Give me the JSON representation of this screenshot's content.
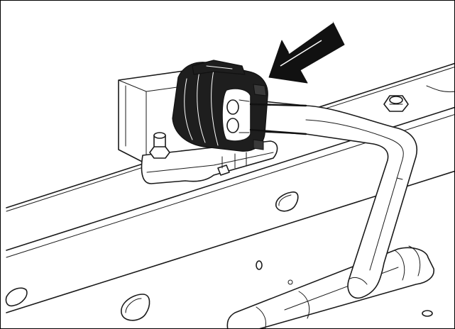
{
  "figure": {
    "background": "#ffffff",
    "line_color": "#1a1a1a",
    "arrow_color": "#111111",
    "depicts": [
      "frame-rail",
      "sensor-bracket",
      "electrical-connector",
      "wiring-harness",
      "callout-arrow"
    ]
  }
}
